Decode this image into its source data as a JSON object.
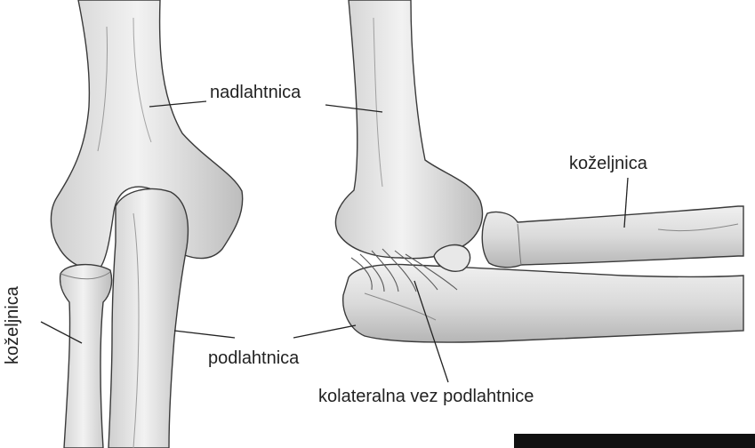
{
  "labels": {
    "humerus": "nadlahtnica",
    "radius_right": "koželjnica",
    "radius_left": "koželjnica",
    "ulna": "podlahtnica",
    "ligament": "kolateralna vez podlahtnice"
  },
  "colors": {
    "bone_fill": "#e6e6e6",
    "bone_shade": "#b9b9b9",
    "outline": "#3a3a3a",
    "leader": "#222222"
  }
}
